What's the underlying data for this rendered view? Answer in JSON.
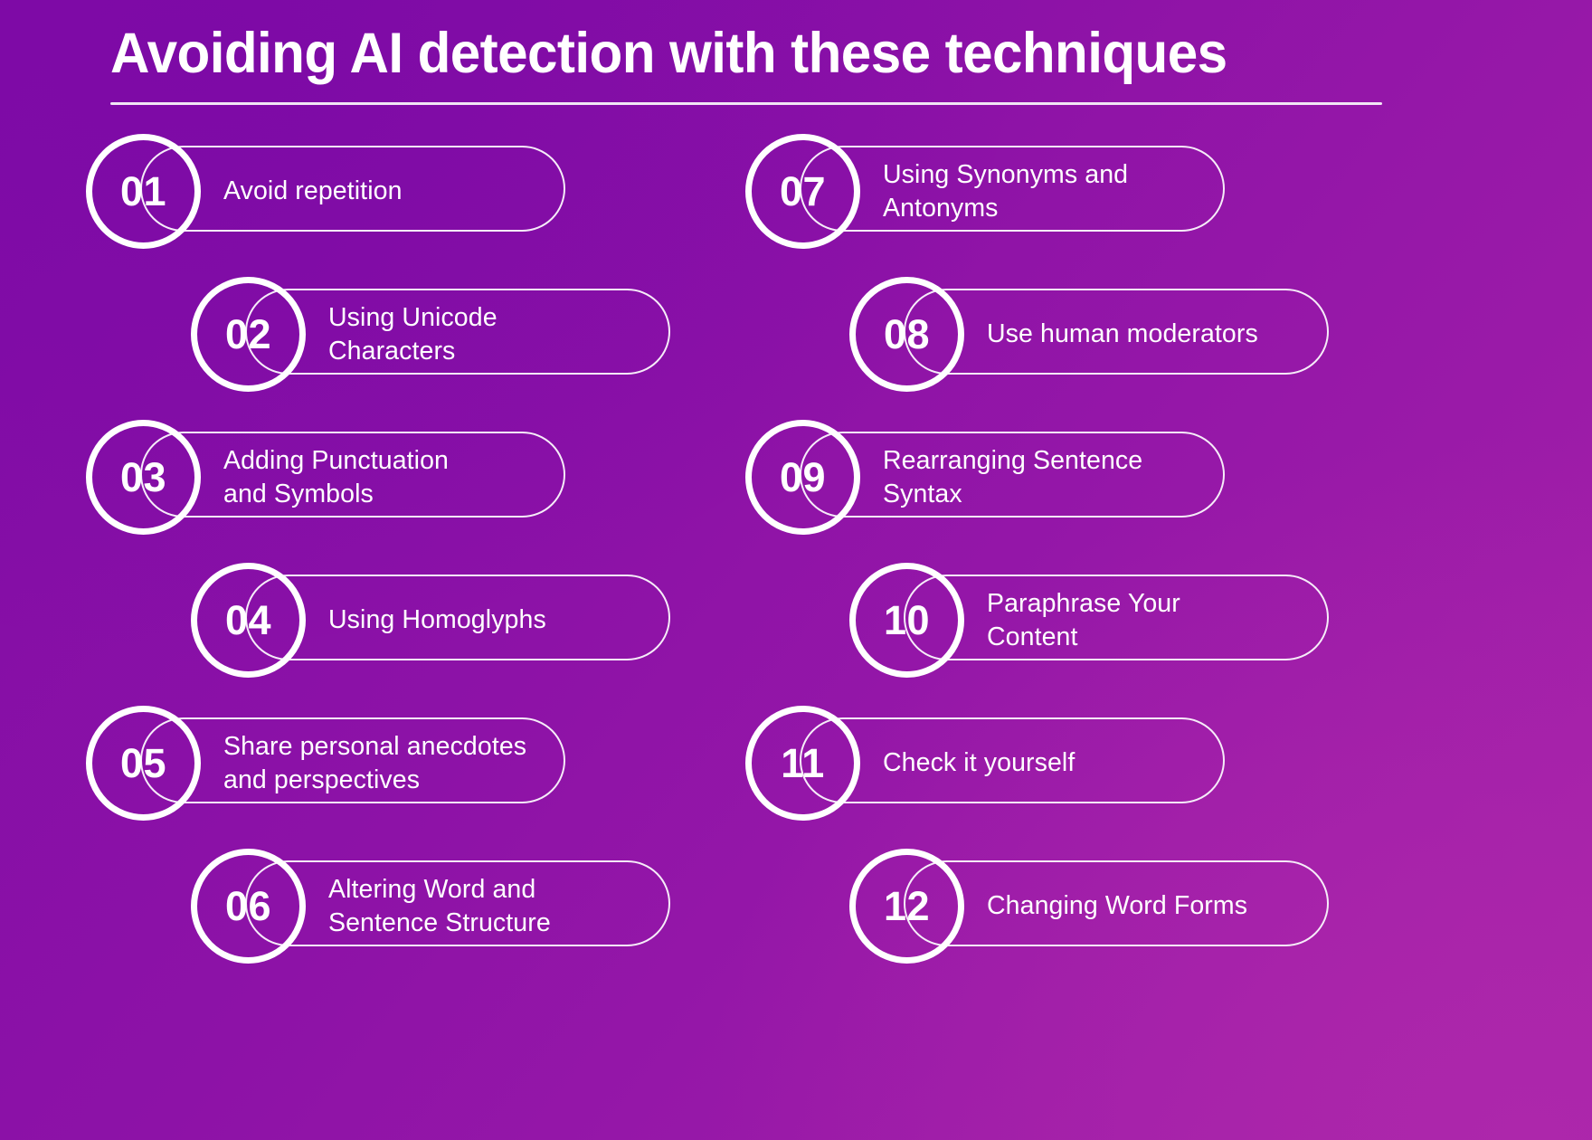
{
  "header": {
    "title": "Avoiding AI detection with these techniques"
  },
  "theme": {
    "background_purple": "#8f12a8",
    "gradient_dark": "#7d0aa6",
    "gradient_light": "#ad27ab",
    "outline_white": "#ffffff",
    "text_white": "#ffffff"
  },
  "items": [
    {
      "number": "01",
      "line1": "Avoid repetition",
      "line2": ""
    },
    {
      "number": "02",
      "line1": "Using Unicode",
      "line2": "Characters"
    },
    {
      "number": "03",
      "line1": "Adding Punctuation",
      "line2": "and Symbols"
    },
    {
      "number": "04",
      "line1": "Using Homoglyphs",
      "line2": ""
    },
    {
      "number": "05",
      "line1": "Share personal anecdotes",
      "line2": "and perspectives"
    },
    {
      "number": "06",
      "line1": "Altering Word and",
      "line2": "Sentence Structure"
    },
    {
      "number": "07",
      "line1": "Using Synonyms and",
      "line2": "Antonyms"
    },
    {
      "number": "08",
      "line1": "Use human moderators",
      "line2": ""
    },
    {
      "number": "09",
      "line1": "Rearranging Sentence",
      "line2": "Syntax"
    },
    {
      "number": "10",
      "line1": "Paraphrase Your",
      "line2": "Content"
    },
    {
      "number": "11",
      "line1": "Check it yourself",
      "line2": ""
    },
    {
      "number": "12",
      "line1": "Changing Word Forms",
      "line2": ""
    }
  ]
}
